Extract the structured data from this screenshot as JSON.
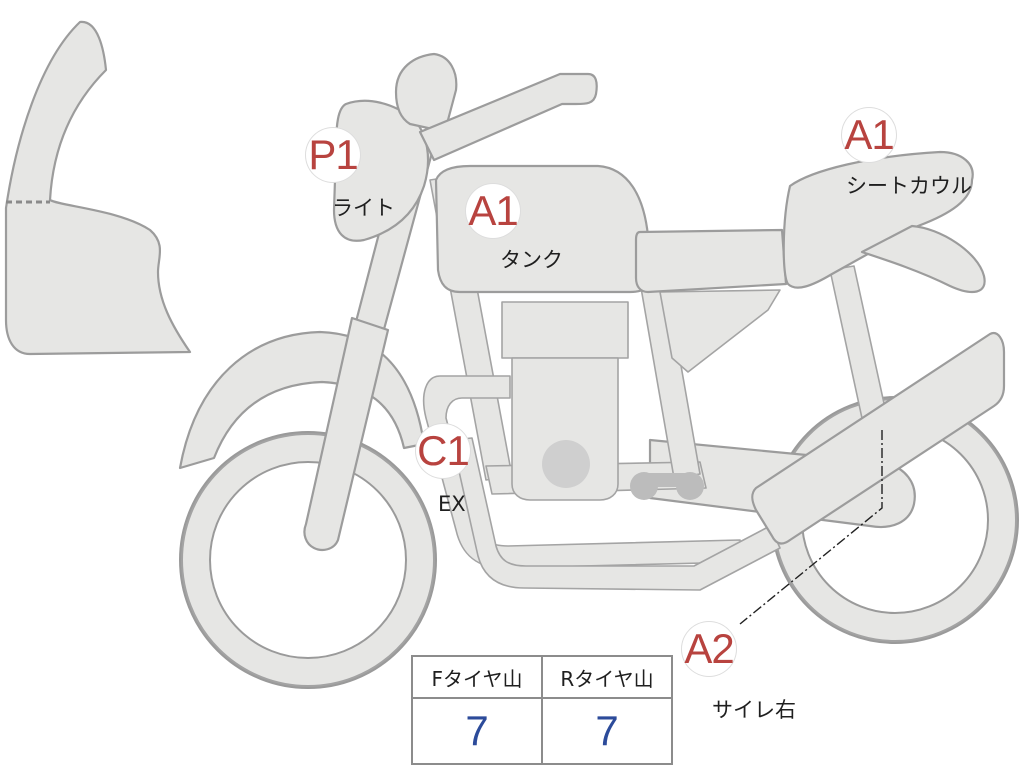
{
  "callouts": {
    "light": {
      "code": "P1",
      "label": "ライト"
    },
    "tank": {
      "code": "A1",
      "label": "タンク"
    },
    "seat_cowl": {
      "code": "A1",
      "label": "シートカウル"
    },
    "exhaust": {
      "code": "C1",
      "label": "EX"
    },
    "silencer": {
      "code": "A2",
      "label": "サイレ右"
    }
  },
  "tire_table": {
    "headers": [
      "Fタイヤ山",
      "Rタイヤ山"
    ],
    "values": [
      "7",
      "7"
    ]
  },
  "colors": {
    "part_fill": "#e6e6e4",
    "part_outline": "#9c9c9c",
    "code_text": "#b8433f",
    "value_text": "#2c4b9a"
  }
}
